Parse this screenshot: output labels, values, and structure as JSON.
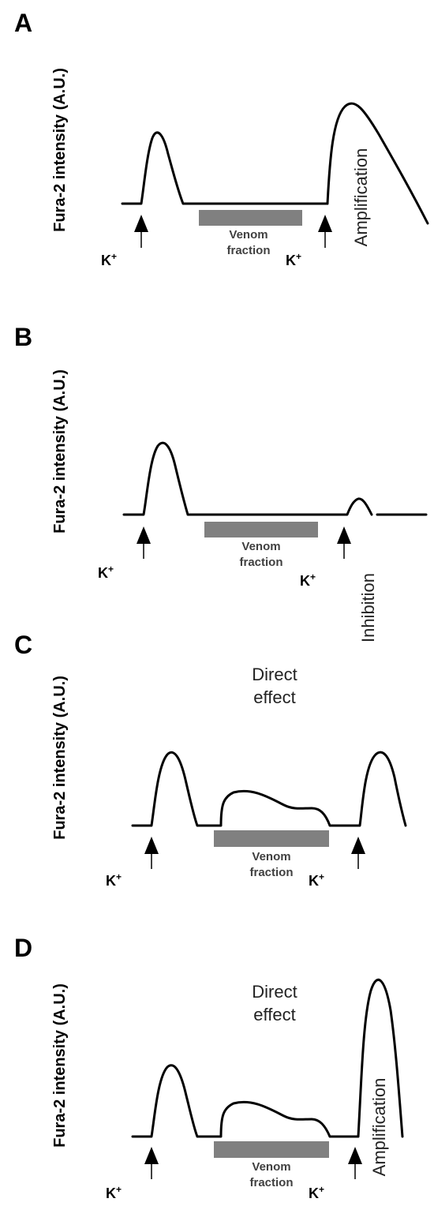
{
  "ylabel": "Fura-2 intensity (A.U.)",
  "k_label": "K",
  "k_sup": "+",
  "venom_line1": "Venom",
  "venom_line2": "fraction",
  "panels": [
    {
      "letter": "A",
      "effect_label": "Amplification"
    },
    {
      "letter": "B",
      "effect_label": "Inhibition"
    },
    {
      "letter": "C",
      "direct_line1": "Direct",
      "direct_line2": "effect"
    },
    {
      "letter": "D",
      "direct_line1": "Direct",
      "direct_line2": "effect",
      "effect_label": "Amplification"
    }
  ]
}
